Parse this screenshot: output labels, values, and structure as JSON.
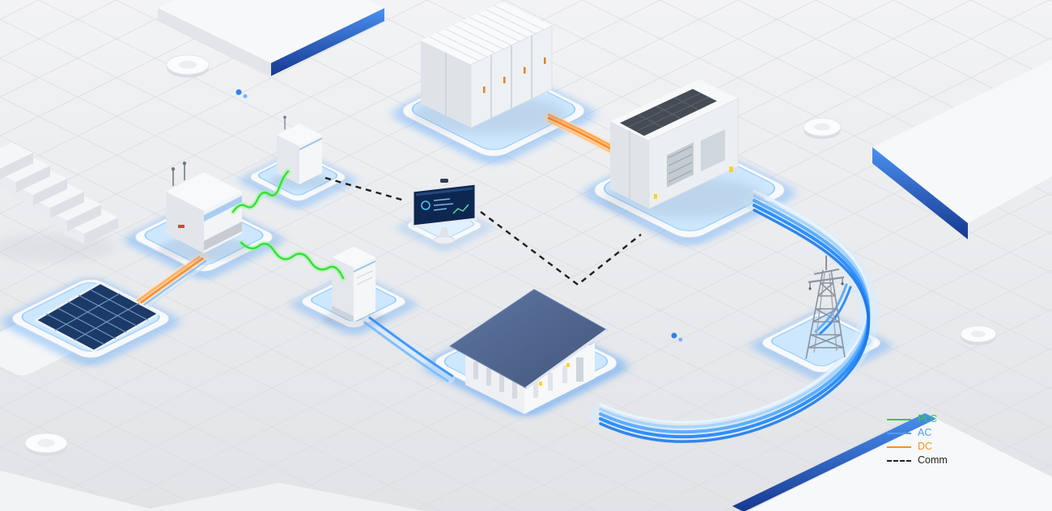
{
  "legend": {
    "items": [
      {
        "label": "PLC",
        "color": "#2fd12f",
        "line_style": "solid"
      },
      {
        "label": "AC",
        "color": "#4f9bf5",
        "line_style": "solid"
      },
      {
        "label": "DC",
        "color": "#f5921e",
        "line_style": "solid"
      },
      {
        "label": "Comm",
        "color": "#1f1f1f",
        "line_style": "dashed"
      }
    ]
  },
  "palette": {
    "background_top": "#f1f2f4",
    "background_bottom": "#e1e3e6",
    "grid_line": "#d9dcdf",
    "platform_glow_blue": "#3f9bff",
    "platform_glass_blue": "#c6e4ff",
    "slab_edge_blue_dark": "#16388f",
    "slab_edge_blue_bright": "#4a90f0",
    "ac_flow_blue": "#2f8fff",
    "dc_flow_orange": "#ff8f2b",
    "plc_green": "#38e038",
    "comm_line": "#1f1f1f",
    "roof_blue": "#52688f",
    "solar_panel_blue": "#1c3a66",
    "warning_yellow": "#ffd229"
  },
  "diagram": {
    "nodes": [
      {
        "id": "solar-array"
      },
      {
        "id": "string-inverter"
      },
      {
        "id": "comm-cabinet"
      },
      {
        "id": "battery-cabinet"
      },
      {
        "id": "battery-container"
      },
      {
        "id": "transformer-station"
      },
      {
        "id": "monitoring-pc"
      },
      {
        "id": "office-building"
      },
      {
        "id": "transmission-tower"
      }
    ],
    "links": [
      {
        "from": "solar-array",
        "to": "string-inverter",
        "type": "DC"
      },
      {
        "from": "string-inverter",
        "to": "comm-cabinet",
        "type": "PLC"
      },
      {
        "from": "string-inverter",
        "to": "battery-cabinet",
        "type": "PLC"
      },
      {
        "from": "battery-container",
        "to": "transformer-station",
        "type": "DC"
      },
      {
        "from": "transformer-station",
        "to": "transmission-tower",
        "type": "AC"
      },
      {
        "from": "transformer-station",
        "to": "office-building",
        "type": "AC"
      },
      {
        "from": "battery-cabinet",
        "to": "office-building",
        "type": "AC"
      },
      {
        "from": "comm-cabinet",
        "to": "monitoring-pc",
        "type": "Comm"
      },
      {
        "from": "monitoring-pc",
        "to": "transformer-station",
        "type": "Comm"
      }
    ]
  }
}
